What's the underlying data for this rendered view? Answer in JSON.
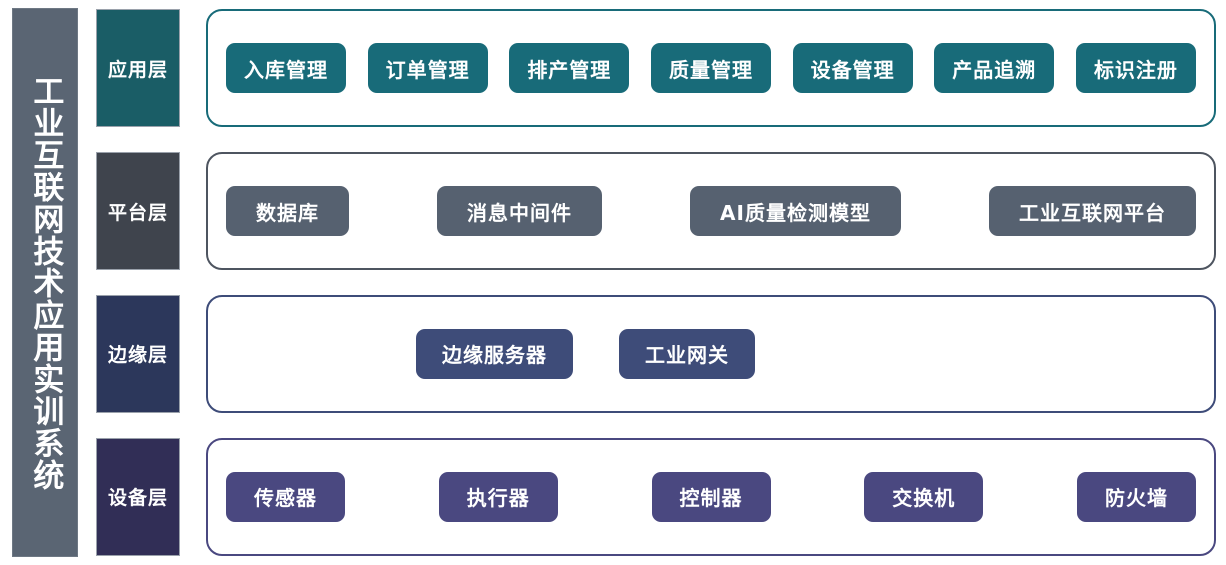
{
  "sidebar": {
    "title": "工业互联网技术应用实训系统"
  },
  "colors": {
    "sidebar_bg": "#5a6573",
    "application_accent": "#186b79",
    "platform_accent": "#566170",
    "edge_accent": "#3e4c79",
    "device_accent": "#4a4880"
  },
  "layers": [
    {
      "label": "应用层",
      "items": [
        "入库管理",
        "订单管理",
        "排产管理",
        "质量管理",
        "设备管理",
        "产品追溯",
        "标识注册"
      ]
    },
    {
      "label": "平台层",
      "items": [
        "数据库",
        "消息中间件",
        "AI质量检测模型",
        "工业互联网平台"
      ]
    },
    {
      "label": "边缘层",
      "items": [
        "边缘服务器",
        "工业网关"
      ]
    },
    {
      "label": "设备层",
      "items": [
        "传感器",
        "执行器",
        "控制器",
        "交换机",
        "防火墙"
      ]
    }
  ]
}
